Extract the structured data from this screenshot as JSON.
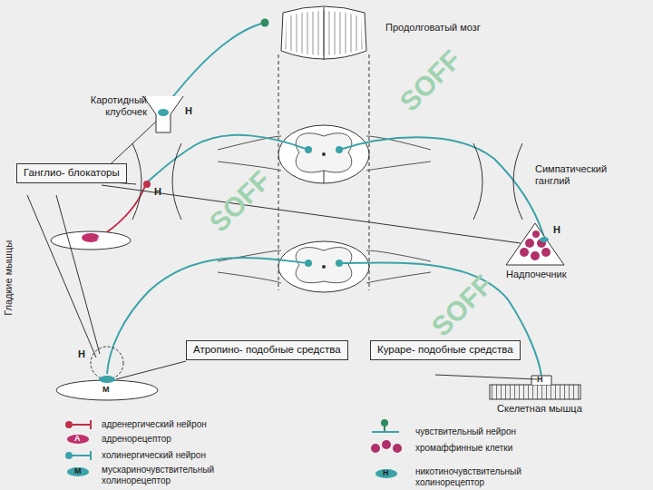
{
  "diagram": {
    "nodes": [
      {
        "text": [
          "Ганглио- блокаторы"
        ]
      },
      {
        "text": [
          "Атропино- подобные средства"
        ]
      },
      {
        "text": [
          "Кураре- подобные средства"
        ]
      }
    ],
    "labels": [
      "Продолговатый мозг",
      "Каротидный клубочек",
      "Н",
      "Н",
      "А",
      "Симпатический ганглий",
      "Н",
      "Надпочечник",
      "Гладкие мышцы",
      "Н",
      "М",
      "Н",
      "Скелетная мышца",
      "А",
      "М",
      "Н",
      "SOFF",
      "SOFF",
      "SOFF"
    ],
    "legend": [
      {
        "text": "адренергический нейрон"
      },
      {
        "text": "чувствительный нейрон"
      },
      {
        "text": "адренорецептор"
      },
      {
        "text": "хромаффинные клетки"
      },
      {
        "text": "холинергический нейрон"
      },
      {
        "text": "мускариночувствительный холинорецептор"
      },
      {
        "text": "никотиночувствительный холинорецептор"
      }
    ]
  }
}
